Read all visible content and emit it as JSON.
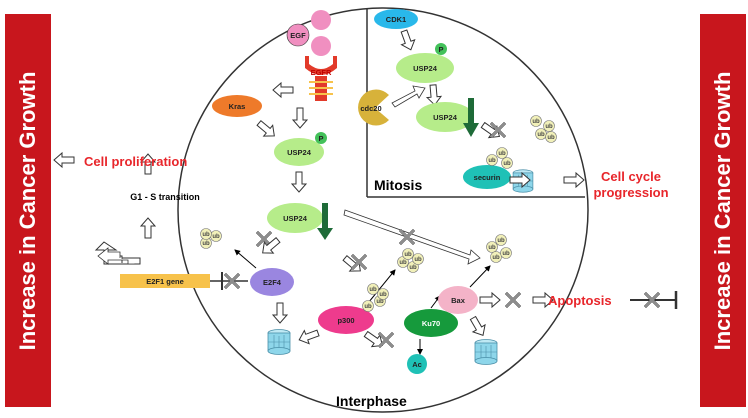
{
  "banners": {
    "left": "Increase in Cancer Growth",
    "right": "Increase in Cancer Growth"
  },
  "compartments": {
    "mitosis": "Mitosis",
    "interphase": "Interphase"
  },
  "proteins": {
    "egf": "EGF",
    "egfr": "EGFR",
    "kras": "Kras",
    "usp24_main": "USP24",
    "usp24_lower": "USP24",
    "cdk1": "CDK1",
    "usp24_mit_top": "USP24",
    "usp24_mit_low": "USP24",
    "cdc20": "cdc20",
    "securin": "securin",
    "e2f4": "E2F4",
    "e2f1_gene": "E2F1 gene",
    "p300": "p300",
    "ku70": "Ku70",
    "bax": "Bax",
    "ac": "Ac"
  },
  "marks": {
    "phospho": "P",
    "ubiquitin": "ub"
  },
  "outcomes": {
    "proliferation": "Cell proliferation",
    "g1s": "G1 - S transition",
    "cell_cycle_1": "Cell cycle",
    "cell_cycle_2": "progression",
    "apoptosis": "Apoptosis"
  },
  "colors": {
    "banner": "#c8161d",
    "outcome_text": "#e8262b",
    "usp24": "#b6ec8a",
    "kras": "#ee7a2a",
    "egf": "#f08fc0",
    "egfr": "#e23a2a",
    "cdk1": "#29b8ea",
    "cdc20": "#d7b23a",
    "securin": "#1fc1b6",
    "e2f4": "#9a86e0",
    "e2f1_gene": "#f7c24b",
    "p300": "#ee3b8d",
    "ku70": "#169a3c",
    "bax": "#f4b3c8",
    "phospho": "#43c15a",
    "ubiquitin": "#f1f0b9",
    "down_arrow": "#1e6b38",
    "proteasome": "#8ed6ea"
  }
}
